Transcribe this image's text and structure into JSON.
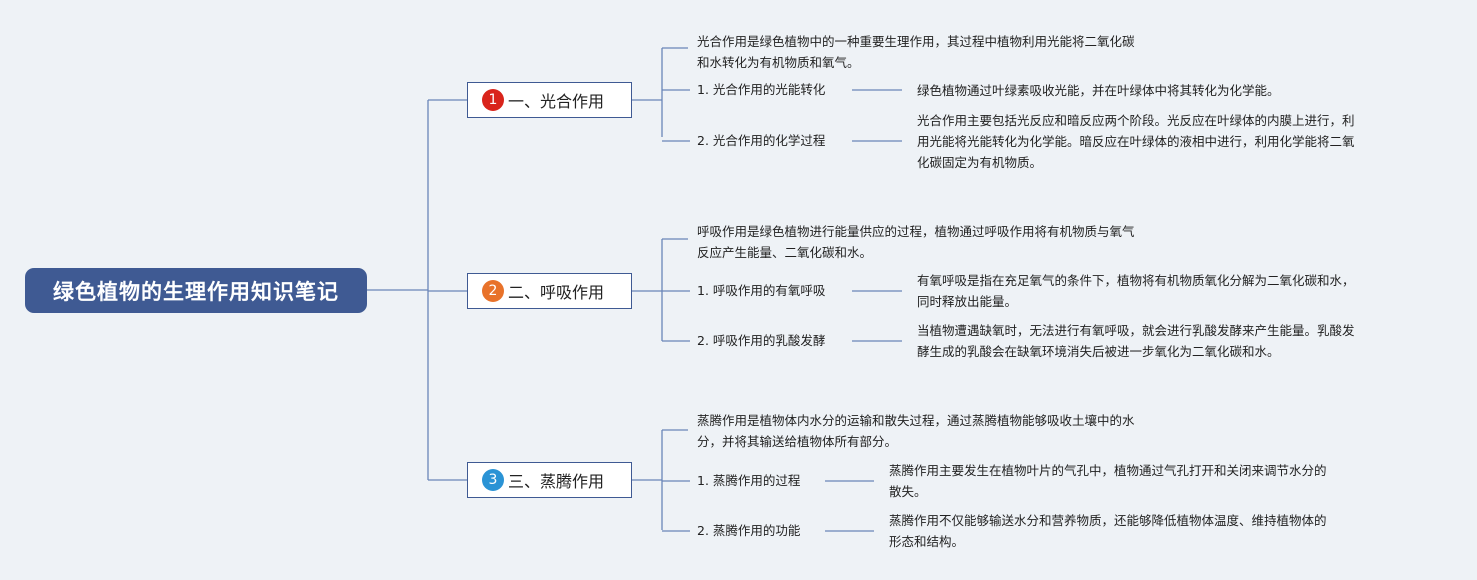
{
  "root": {
    "title": "绿色植物的生理作用知识笔记"
  },
  "colors": {
    "line": "#6a85b8",
    "root_bg": "#3f5a93",
    "badge_1": "#d9241b",
    "badge_2": "#e8722a",
    "badge_3": "#2a93d5"
  },
  "branches": [
    {
      "badge": "1",
      "label": "一、光合作用",
      "summary": [
        "光合作用是绿色植物中的一种重要生理作用，其过程中植物利用光能将二氧化碳",
        "和水转化为有机物质和氧气。"
      ],
      "subs": [
        {
          "label": "1. 光合作用的光能转化",
          "detail": [
            "绿色植物通过叶绿素吸收光能，并在叶绿体中将其转化为化学能。"
          ]
        },
        {
          "label": "2. 光合作用的化学过程",
          "detail": [
            "光合作用主要包括光反应和暗反应两个阶段。光反应在叶绿体的内膜上进行，利",
            "用光能将光能转化为化学能。暗反应在叶绿体的液相中进行，利用化学能将二氧",
            "化碳固定为有机物质。"
          ]
        }
      ]
    },
    {
      "badge": "2",
      "label": "二、呼吸作用",
      "summary": [
        "呼吸作用是绿色植物进行能量供应的过程，植物通过呼吸作用将有机物质与氧气",
        "反应产生能量、二氧化碳和水。"
      ],
      "subs": [
        {
          "label": "1. 呼吸作用的有氧呼吸",
          "detail": [
            "有氧呼吸是指在充足氧气的条件下，植物将有机物质氧化分解为二氧化碳和水，",
            "同时释放出能量。"
          ]
        },
        {
          "label": "2. 呼吸作用的乳酸发酵",
          "detail": [
            "当植物遭遇缺氧时，无法进行有氧呼吸，就会进行乳酸发酵来产生能量。乳酸发",
            "酵生成的乳酸会在缺氧环境消失后被进一步氧化为二氧化碳和水。"
          ]
        }
      ]
    },
    {
      "badge": "3",
      "label": "三、蒸腾作用",
      "summary": [
        "蒸腾作用是植物体内水分的运输和散失过程，通过蒸腾植物能够吸收土壤中的水",
        "分，并将其输送给植物体所有部分。"
      ],
      "subs": [
        {
          "label": "1. 蒸腾作用的过程",
          "detail": [
            "蒸腾作用主要发生在植物叶片的气孔中，植物通过气孔打开和关闭来调节水分的",
            "散失。"
          ]
        },
        {
          "label": "2. 蒸腾作用的功能",
          "detail": [
            "蒸腾作用不仅能够输送水分和营养物质，还能够降低植物体温度、维持植物体的",
            "形态和结构。"
          ]
        }
      ]
    }
  ]
}
